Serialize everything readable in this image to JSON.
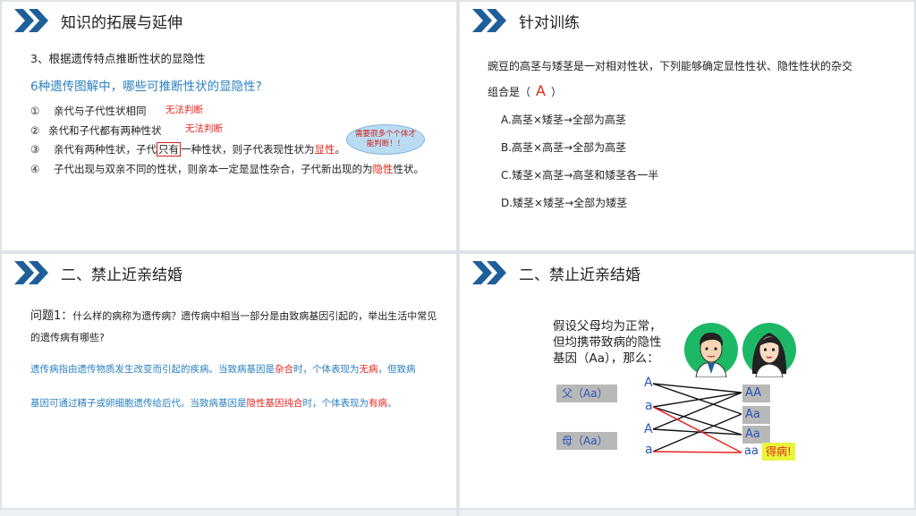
{
  "panel1": {
    "title": "知识的拓展与延伸",
    "heading": "3、根据遗传特点推断性状的显隐性",
    "question": "6种遗传图解中，哪些可推断性状的显隐性?",
    "items": [
      {
        "num": "①",
        "text": "亲代与子代性状相同"
      },
      {
        "num": "②",
        "text": "亲代和子代都有两种性状"
      },
      {
        "num": "③",
        "pre": "亲代有两种性状，子代",
        "boxed": "只有",
        "mid": "一种性状，则子代表现性状为",
        "hl": "显性",
        "post": "。"
      },
      {
        "num": "④",
        "pre": "子代出现与双亲不同的性状，则亲本一定是显性杂合，子代新出现的为",
        "hl": "隐性",
        "post": "性状。"
      }
    ],
    "note1": "无法判断",
    "note2": "无法判断",
    "bubble": "需要很多个个体才能判断！！"
  },
  "panel2": {
    "title": "针对训练",
    "q_line1": "豌豆的高茎与矮茎是一对相对性状，下列能够确定显性性状、隐性性状的杂交",
    "q_line2_pre": "组合是（",
    "answer": "A",
    "q_line2_post": "）",
    "options": [
      "A.高茎×矮茎→全部为高茎",
      "B.高茎×高茎→全部为高茎",
      "C.矮茎×高茎→高茎和矮茎各一半",
      "D.矮茎×矮茎→全部为矮茎"
    ]
  },
  "panel3": {
    "title": "二、禁止近亲结婚",
    "q_label": "问题1：",
    "q_text1": "什么样的病称为遗传病？遗传病中相当一部分是由致病基因引起的，举出生活中常见",
    "q_text2": "的遗传病有哪些?",
    "a1_pre": "遗传病指由遗传物质发生改变而引起的疾病。当致病基因是",
    "a1_red1": "杂合",
    "a1_mid": "时，个体表现为",
    "a1_red2": "无病",
    "a1_post": "，但致病",
    "a2_pre": "基因可通过精子或卵细胞遗传给后代。当致病基因是",
    "a2_red1": "隐性基因纯合",
    "a2_mid": "时，个体表现为",
    "a2_red2": "有病",
    "a2_post": "。"
  },
  "panel4": {
    "title": "二、禁止近亲结婚",
    "premise": [
      "假设父母均为正常，",
      "但均携带致病的隐性",
      "基因（Aa），那么："
    ],
    "father": "父（Aa）",
    "mother": "母（Aa）",
    "gametes": [
      "A",
      "a",
      "A",
      "a"
    ],
    "offspring": [
      "AA",
      "Aa",
      "Aa",
      "aa"
    ],
    "sick": "得病!"
  },
  "colors": {
    "accent": "#1f5f99",
    "red": "#e8251f",
    "blue": "#2a7fc0",
    "avatar_bg": "#1db866"
  }
}
